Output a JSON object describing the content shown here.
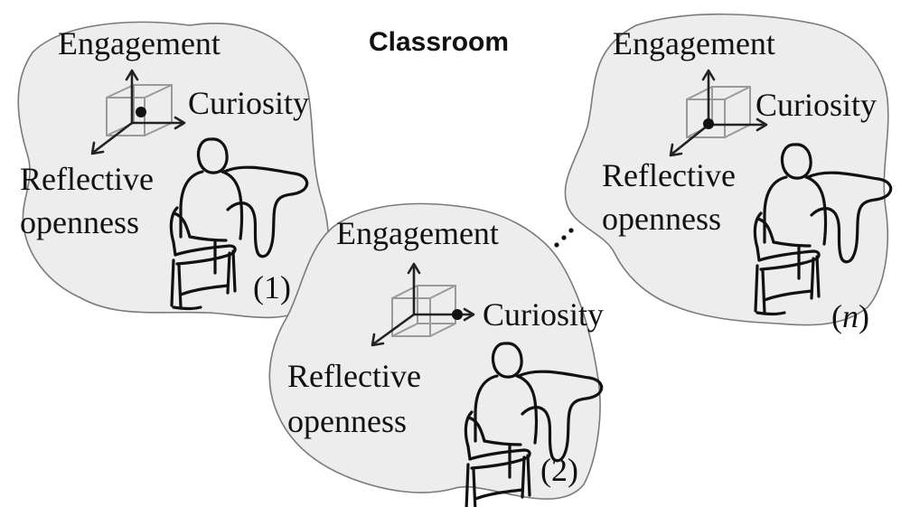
{
  "title": "Classroom",
  "colors": {
    "region_fill": "#ededed",
    "region_stroke": "#7a7a7a",
    "cube_stroke": "#9a9a9a",
    "ink": "#111111"
  },
  "students": [
    {
      "id": "1",
      "axis_labels": {
        "engagement": "Engagement",
        "curiosity": "Curiosity",
        "reflective_line1": "Reflective",
        "reflective_line2": "openness"
      },
      "index_label": "(1)",
      "point_position": "inside-cube"
    },
    {
      "id": "2",
      "axis_labels": {
        "engagement": "Engagement",
        "curiosity": "Curiosity",
        "reflective_line1": "Reflective",
        "reflective_line2": "openness"
      },
      "index_label": "(2)",
      "point_position": "on-curiosity-axis"
    },
    {
      "id": "n",
      "axis_labels": {
        "engagement": "Engagement",
        "curiosity": "Curiosity",
        "reflective_line1": "Reflective",
        "reflective_line2": "openness"
      },
      "index_label_open": "(",
      "index_label_var": "n",
      "index_label_close": ")",
      "point_position": "origin"
    }
  ],
  "continuation_icon": "diagonal-ellipsis"
}
